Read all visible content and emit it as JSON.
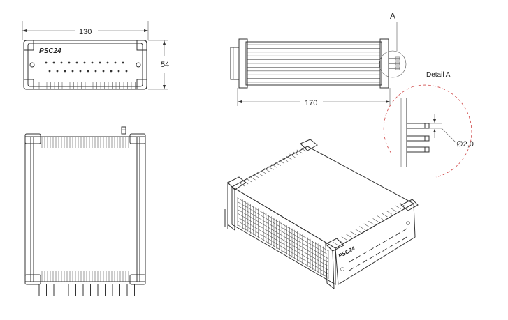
{
  "dimensions": {
    "front_width": "130",
    "front_height": "54",
    "side_length": "170",
    "pin_diameter": "∅2,0"
  },
  "labels": {
    "section_marker": "A",
    "detail_title": "Detail A",
    "brand_logo": "PSC24"
  }
}
